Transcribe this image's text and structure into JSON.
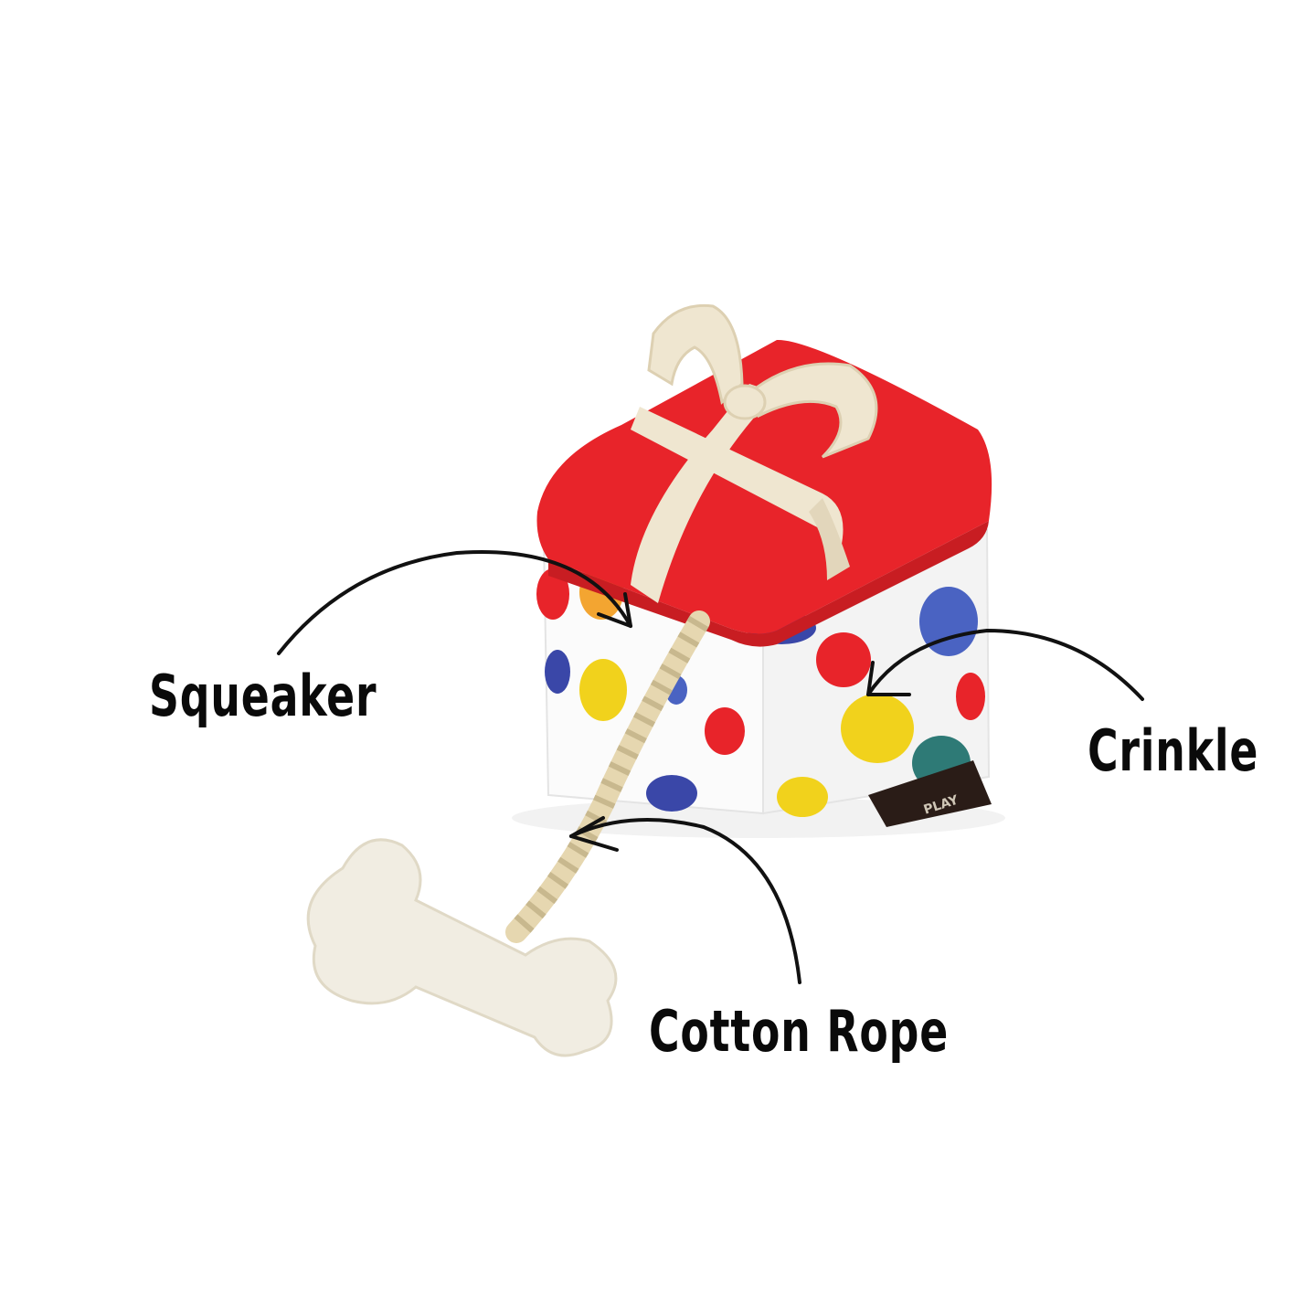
{
  "product": {
    "name_logo": "PLAY",
    "colors": {
      "lid": "#e8242a",
      "ribbon": "#efe6d0",
      "body": "#ffffff",
      "rope": "#e6d7b0",
      "bone": "#f1ede2",
      "tag": "#2a1c17",
      "arrow": "#111111"
    },
    "dot_colors": [
      "#e8242a",
      "#f3a531",
      "#f1d21c",
      "#3a47a8",
      "#4a63c2",
      "#2e7a76"
    ]
  },
  "callouts": {
    "squeaker": "Squeaker",
    "crinkle": "Crinkle",
    "cotton_rope": "Cotton Rope"
  }
}
